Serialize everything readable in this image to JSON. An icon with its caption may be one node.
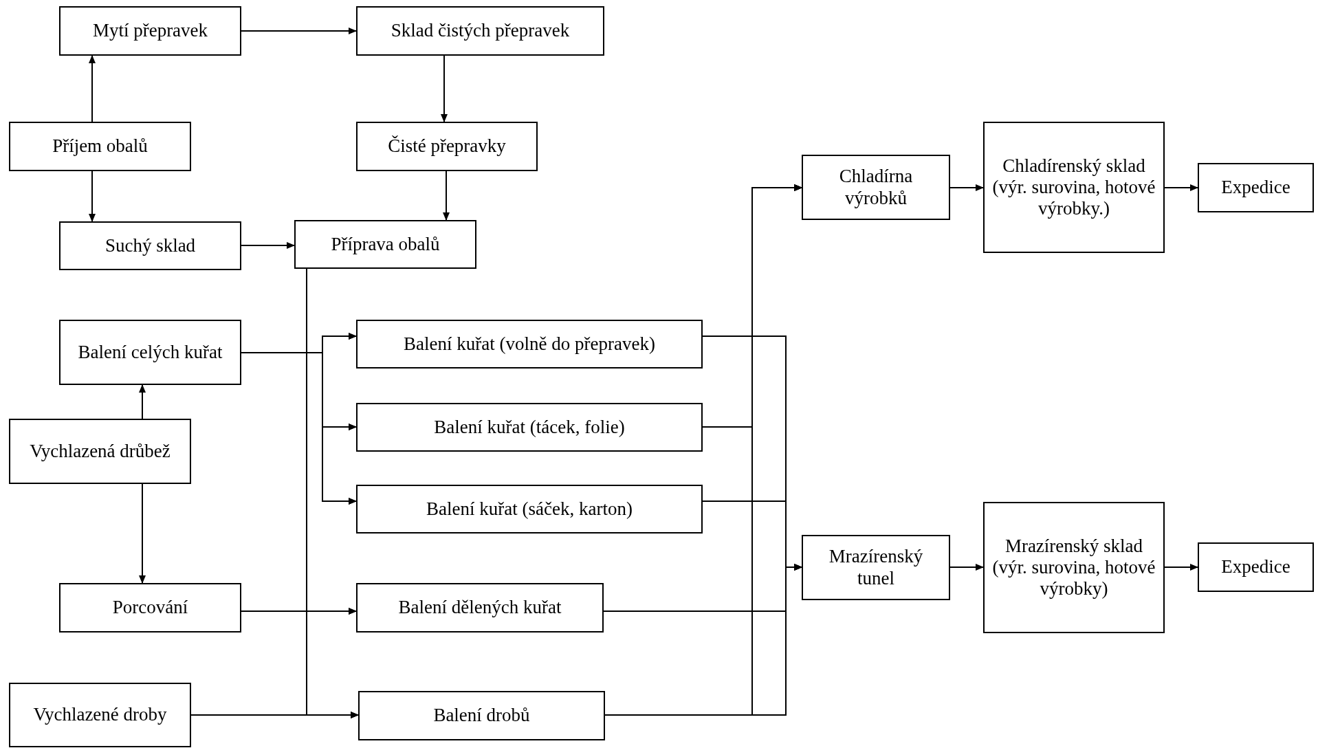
{
  "diagram": {
    "nodes": [
      {
        "text": [
          "Mytí přepravek"
        ]
      },
      {
        "text": [
          "Sklad čistých přepravek"
        ]
      },
      {
        "text": [
          "Příjem obalů"
        ]
      },
      {
        "text": [
          "Čisté přepravky"
        ]
      },
      {
        "text": [
          "Suchý sklad"
        ]
      },
      {
        "text": [
          "Příprava obalů"
        ]
      },
      {
        "text": [
          "Balení celých kuřat"
        ]
      },
      {
        "text": [
          "Balení kuřat (volně do přepravek)"
        ]
      },
      {
        "text": [
          "Chladírna výrobků"
        ]
      },
      {
        "text": [
          "Chladírenský sklad (výr. surovina, hotové výrobky.)"
        ]
      },
      {
        "text": [
          "Expedice"
        ]
      },
      {
        "text": [
          "Balení kuřat (tácek, folie)"
        ]
      },
      {
        "text": [
          "Vychlazená drůbež"
        ]
      },
      {
        "text": [
          "Balení kuřat (sáček, karton)"
        ]
      },
      {
        "text": [
          "Mrazírenský tunel"
        ]
      },
      {
        "text": [
          "Mrazírenský sklad (výr. surovina, hotové výrobky)"
        ]
      },
      {
        "text": [
          "Expedice"
        ]
      },
      {
        "text": [
          "Porcování"
        ]
      },
      {
        "text": [
          "Balení dělených kuřat"
        ]
      },
      {
        "text": [
          "Vychlazené droby"
        ]
      },
      {
        "text": [
          "Balení drobů"
        ]
      }
    ],
    "edges": [
      {
        "from": 0,
        "to": 1,
        "arrow": "to"
      },
      {
        "from": 2,
        "to": 0,
        "arrow": "to"
      },
      {
        "from": 1,
        "to": 3,
        "arrow": "to"
      },
      {
        "from": 2,
        "to": 4,
        "arrow": "to"
      },
      {
        "from": 3,
        "to": 5,
        "arrow": "to"
      },
      {
        "from": 4,
        "to": 5,
        "arrow": "to"
      },
      {
        "from": 5,
        "to": 7,
        "arrow": "to"
      },
      {
        "from": 5,
        "to": 11,
        "arrow": "to"
      },
      {
        "from": 5,
        "to": 13,
        "arrow": "to"
      },
      {
        "from": 5,
        "to": 18,
        "arrow": "to"
      },
      {
        "from": 5,
        "to": 20,
        "arrow": "to"
      },
      {
        "from": 6,
        "to": 7,
        "arrow": "to"
      },
      {
        "from": 6,
        "to": 11,
        "arrow": "to"
      },
      {
        "from": 6,
        "to": 13,
        "arrow": "to"
      },
      {
        "from": 12,
        "to": 6,
        "arrow": "to"
      },
      {
        "from": 12,
        "to": 17,
        "arrow": "to"
      },
      {
        "from": 17,
        "to": 18,
        "arrow": "to"
      },
      {
        "from": 19,
        "to": 20,
        "arrow": "to"
      },
      {
        "from": 7,
        "to": 8,
        "arrow": "to"
      },
      {
        "from": 11,
        "to": 8,
        "arrow": "to"
      },
      {
        "from": 13,
        "to": 8,
        "arrow": "to"
      },
      {
        "from": 18,
        "to": 8,
        "arrow": "to"
      },
      {
        "from": 20,
        "to": 8,
        "arrow": "to"
      },
      {
        "from": 7,
        "to": 14,
        "arrow": "to"
      },
      {
        "from": 13,
        "to": 14,
        "arrow": "to"
      },
      {
        "from": 18,
        "to": 14,
        "arrow": "to"
      },
      {
        "from": 20,
        "to": 14,
        "arrow": "to"
      },
      {
        "from": 8,
        "to": 9,
        "arrow": "to"
      },
      {
        "from": 9,
        "to": 10,
        "arrow": "to"
      },
      {
        "from": 14,
        "to": 15,
        "arrow": "to"
      },
      {
        "from": 15,
        "to": 16,
        "arrow": "to"
      }
    ]
  }
}
